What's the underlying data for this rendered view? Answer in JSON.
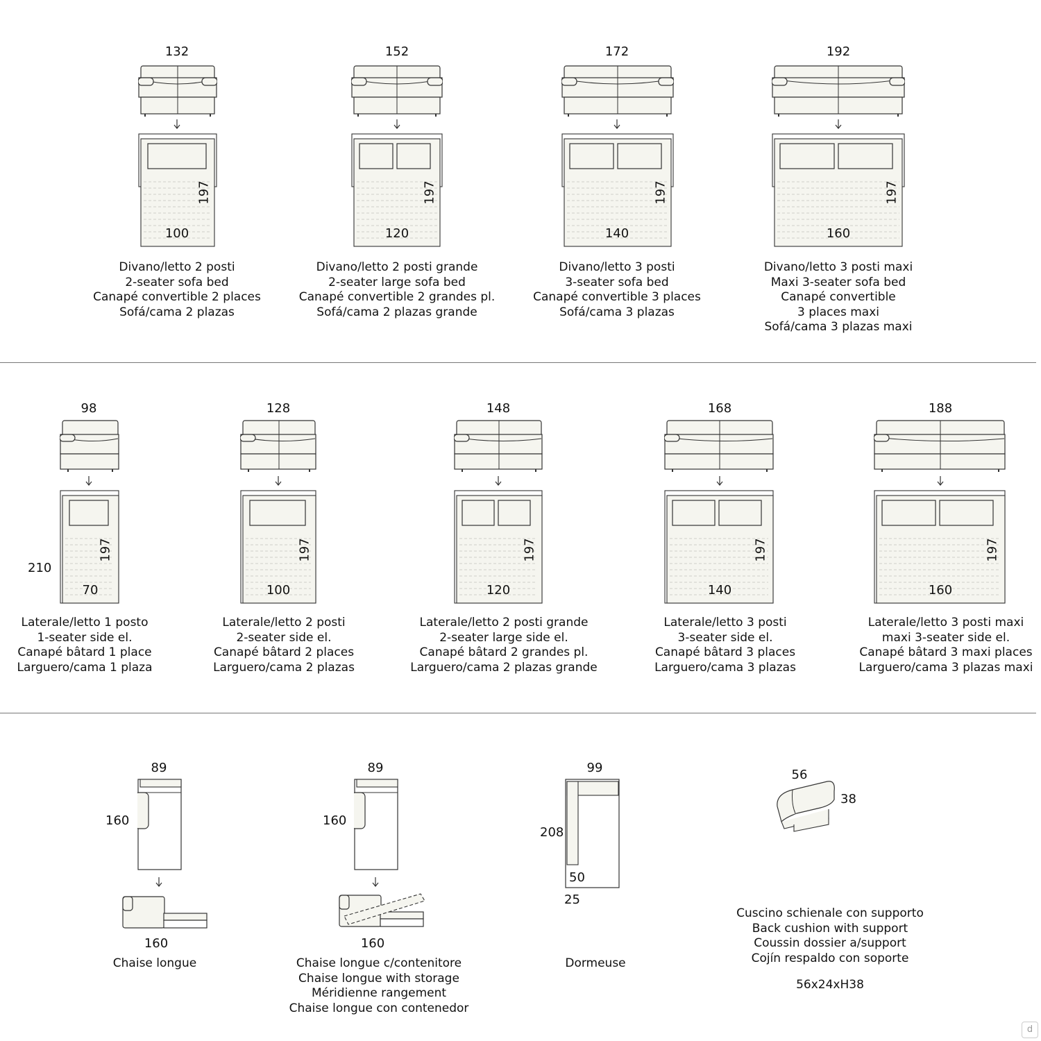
{
  "colors": {
    "line": "#333333",
    "fill": "#f5f5ef",
    "rule": "#777777"
  },
  "row1": [
    {
      "width": "132",
      "bed_width": "100",
      "bed_length": "197",
      "labels": [
        "Divano/letto 2 posti",
        "2-seater sofa bed",
        "Canapé convertible 2 places",
        "Sofá/cama 2 plazas"
      ]
    },
    {
      "width": "152",
      "bed_width": "120",
      "bed_length": "197",
      "labels": [
        "Divano/letto 2 posti grande",
        "2-seater large sofa bed",
        "Canapé convertible 2 grandes pl.",
        "Sofá/cama 2 plazas grande"
      ]
    },
    {
      "width": "172",
      "bed_width": "140",
      "bed_length": "197",
      "labels": [
        "Divano/letto 3 posti",
        "3-seater sofa bed",
        "Canapé convertible 3 places",
        "Sofá/cama 3 plazas"
      ]
    },
    {
      "width": "192",
      "bed_width": "160",
      "bed_length": "197",
      "labels": [
        "Divano/letto 3 posti maxi",
        "Maxi 3-seater sofa bed",
        "Canapé convertible",
        "3 places maxi",
        "Sofá/cama 3 plazas maxi"
      ]
    }
  ],
  "row2": [
    {
      "width": "98",
      "bed_width": "70",
      "bed_length": "197",
      "labels": [
        "Laterale/letto 1 posto",
        "1-seater side el.",
        "Canapé bâtard 1 place",
        "Larguero/cama 1 plaza"
      ]
    },
    {
      "width": "128",
      "bed_width": "100",
      "bed_length": "197",
      "labels": [
        "Laterale/letto 2 posti",
        "2-seater side el.",
        "Canapé bâtard 2 places",
        "Larguero/cama 2 plazas"
      ]
    },
    {
      "width": "148",
      "bed_width": "120",
      "bed_length": "197",
      "labels": [
        "Laterale/letto 2 posti grande",
        "2-seater large side el.",
        "Canapé bâtard 2 grandes pl.",
        "Larguero/cama 2 plazas grande"
      ]
    },
    {
      "width": "168",
      "bed_width": "140",
      "bed_length": "197",
      "labels": [
        "Laterale/letto 3 posti",
        "3-seater side el.",
        "Canapé bâtard 3 places",
        "Larguero/cama 3 plazas"
      ]
    },
    {
      "width": "188",
      "bed_width": "160",
      "bed_length": "197",
      "labels": [
        "Laterale/letto 3 posti maxi",
        "maxi 3-seater side el.",
        "Canapé bâtard 3 maxi places",
        "Larguero/cama 3 plazas maxi"
      ]
    }
  ],
  "row2_overall_length": "210",
  "row3": {
    "chaise": {
      "width": "89",
      "depth": "160",
      "open_length": "160",
      "labels": [
        "Chaise longue"
      ]
    },
    "chaise_storage": {
      "width": "89",
      "depth": "160",
      "open_length": "160",
      "labels": [
        "Chaise longue c/contenitore",
        "Chaise longue with storage",
        "Méridienne rangement",
        "Chaise longue con contenedor"
      ]
    },
    "dormeuse": {
      "width": "99",
      "depth": "208",
      "inner_width": "50",
      "arm_width": "25",
      "labels": [
        "Dormeuse"
      ]
    },
    "cushion": {
      "width": "56",
      "height": "38",
      "size": "56x24xH38",
      "labels": [
        "Cuscino schienale con supporto",
        "Back cushion with support",
        "Coussin dossier a/support",
        "Cojín respaldo con soporte"
      ]
    }
  },
  "logo_text": "d"
}
